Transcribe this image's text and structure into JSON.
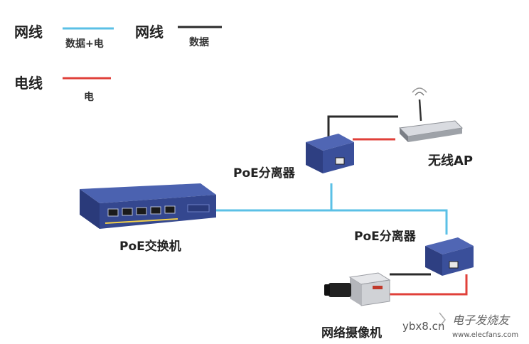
{
  "legend": {
    "network_cable_1": "网线",
    "data_power": "数据+电",
    "network_cable_2": "网线",
    "data": "数据",
    "power_cable": "电线",
    "power": "电"
  },
  "devices": {
    "switch_label": "PoE交换机",
    "splitter_top_label": "PoE分离器",
    "splitter_bottom_label": "PoE分离器",
    "ap_label": "无线AP",
    "camera_label": "网络摄像机"
  },
  "watermark": {
    "site1": "ybx8.cn",
    "site2_cn": "电子发烧友",
    "site2_url": "www.elecfans.com"
  },
  "colors": {
    "data_power_line": "#5bc0e6",
    "data_line": "#2a2a2a",
    "power_line": "#e0403a",
    "device_blue": "#3a4f9a"
  }
}
